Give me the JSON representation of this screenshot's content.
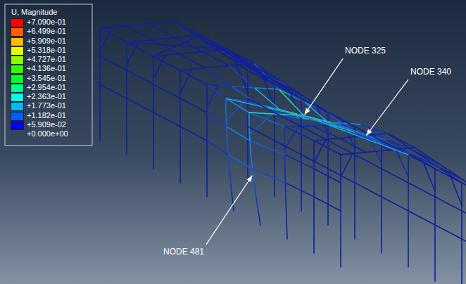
{
  "diagram": {
    "labels": [
      "U, Magnitude",
      "+0.000e+00",
      "NODE 325",
      "NODE 340",
      "NODE 481"
    ],
    "legend": [
      {
        "text": "+7.090e-01",
        "color": "#ff0000"
      },
      {
        "text": "+6.499e-01",
        "color": "#ff5d00"
      },
      {
        "text": "+5.909e-01",
        "color": "#ffb900"
      },
      {
        "text": "+5.318e-01",
        "color": "#e8ff00"
      },
      {
        "text": "+4.727e-01",
        "color": "#8bff00"
      },
      {
        "text": "+4.136e-01",
        "color": "#2eff00"
      },
      {
        "text": "+3.545e-01",
        "color": "#00ff2e"
      },
      {
        "text": "+2.954e-01",
        "color": "#00ff8b"
      },
      {
        "text": "+2.363e-01",
        "color": "#00ffe8"
      },
      {
        "text": "+1.773e-01",
        "color": "#00b9ff"
      },
      {
        "text": "+1.182e-01",
        "color": "#005dff"
      },
      {
        "text": "+5.909e-02",
        "color": "#0000ff"
      }
    ]
  }
}
